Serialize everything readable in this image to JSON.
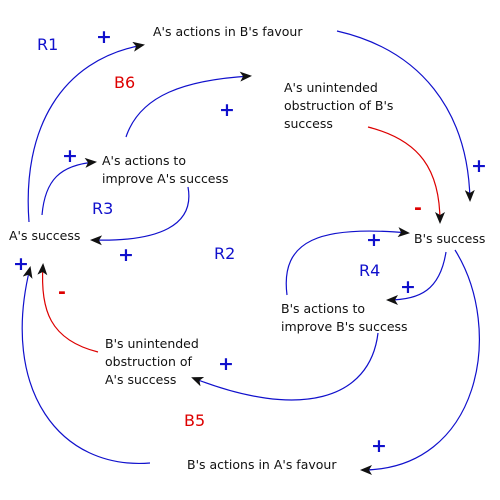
{
  "colors": {
    "positive": "#1010cc",
    "negative": "#dd0000",
    "text": "#111111",
    "arrowhead": "#111111"
  },
  "nodes": {
    "a_success": "A's success",
    "b_success": "B's success",
    "a_favour_b": "A's actions in B's favour",
    "a_improve": [
      "A's actions to",
      "improve A's success"
    ],
    "a_obstruct_b": [
      "A's unintended",
      "obstruction of B's",
      "success"
    ],
    "b_improve": [
      "B's actions to",
      "improve B's success"
    ],
    "b_obstruct_a": [
      "B's unintended",
      "obstruction of",
      "A's success"
    ],
    "b_favour_a": "B's actions in A's favour"
  },
  "loops": {
    "r1": "R1",
    "r2": "R2",
    "r3": "R3",
    "r4": "R4",
    "b5": "B5",
    "b6": "B6"
  },
  "polarity": {
    "plus": "+",
    "minus": "-"
  }
}
